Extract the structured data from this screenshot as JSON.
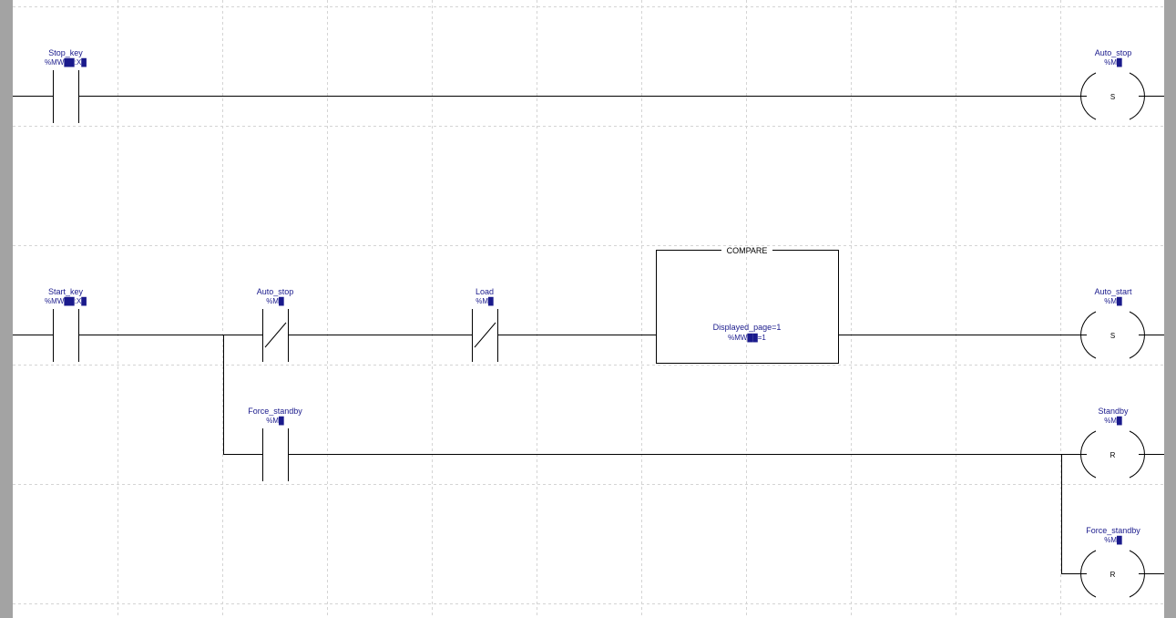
{
  "rung1": {
    "contact_stop_key": {
      "name": "Stop_key",
      "address": "%MW██:X█"
    },
    "coil_auto_stop": {
      "name": "Auto_stop",
      "address": "%M█",
      "type": "S"
    }
  },
  "rung2": {
    "contact_start_key": {
      "name": "Start_key",
      "address": "%MW██:X█"
    },
    "contact_auto_stop": {
      "name": "Auto_stop",
      "address": "%M█"
    },
    "contact_load": {
      "name": "Load",
      "address": "%M█"
    },
    "contact_force_standby": {
      "name": "Force_standby",
      "address": "%M█"
    },
    "compare_block": {
      "title": "COMPARE",
      "line1": "Displayed_page=1",
      "line2": "%MW██=1"
    },
    "coil_auto_start": {
      "name": "Auto_start",
      "address": "%M█",
      "type": "S"
    },
    "coil_standby": {
      "name": "Standby",
      "address": "%M█",
      "type": "R"
    },
    "coil_force_standby": {
      "name": "Force_standby",
      "address": "%M█",
      "type": "R"
    }
  }
}
